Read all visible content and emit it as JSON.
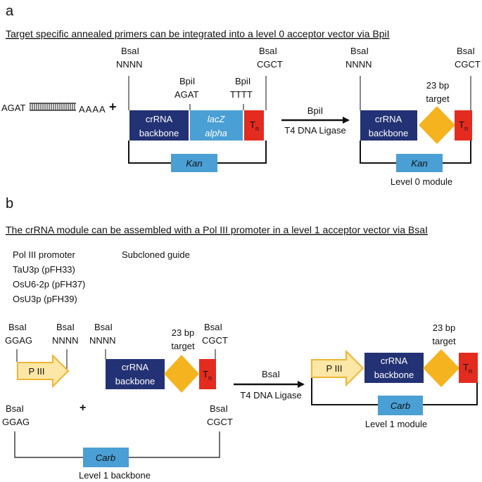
{
  "colors": {
    "crrna": "#233274",
    "lacz": "#4a9fd4",
    "terminator": "#e32b1f",
    "target": "#f5b41f",
    "promoter_fill": "#fde7a6",
    "promoter_stroke": "#f2b433",
    "resistance": "#4a9fd4",
    "line": "#111111"
  },
  "panel_a": {
    "letter": "a",
    "heading": "Target specific annealed primers can be integrated into a level 0 acceptor vector via BpiI",
    "oligo_left": "AGAT",
    "oligo_right": "AAAA",
    "plus": "+",
    "acceptor": {
      "site_left_enzyme": "BsaI",
      "site_left_seq": "NNNN",
      "bpi_left_enzyme": "BpiI",
      "bpi_left_seq": "AGAT",
      "bpi_right_enzyme": "BpiI",
      "bpi_right_seq": "TTTT",
      "site_right_enzyme": "BsaI",
      "site_right_seq": "CGCT",
      "crrna_line1": "crRNA",
      "crrna_line2": "backbone",
      "lacz_line1": "lacZ",
      "lacz_line2": "alpha",
      "terminator": "T",
      "terminator_sub": "n",
      "resistance": "Kan"
    },
    "reaction_line1": "BpiI",
    "reaction_line2": "T4 DNA Ligase",
    "product": {
      "site_left_enzyme": "BsaI",
      "site_left_seq": "NNNN",
      "site_right_enzyme": "BsaI",
      "site_right_seq": "CGCT",
      "target_line1": "23 bp",
      "target_line2": "target",
      "crrna_line1": "crRNA",
      "crrna_line2": "backbone",
      "terminator": "T",
      "terminator_sub": "n",
      "resistance": "Kan",
      "caption": "Level 0 module"
    }
  },
  "panel_b": {
    "letter": "b",
    "heading": "The crRNA module can be assembled with a Pol III promoter in a level 1 acceptor vector via BsaI",
    "promoter_list_title": "Pol III promoter",
    "promoter_list": [
      "TaU3p (pFH33)",
      "OsU6-2p (pFH37)",
      "OsU3p (pFH39)"
    ],
    "guide_title": "Subcloned guide",
    "promoter": {
      "site_left_enzyme": "BsaI",
      "site_left_seq": "GGAG",
      "site_right_enzyme": "BsaI",
      "site_right_seq": "NNNN",
      "label": "P III"
    },
    "guide": {
      "site_left_enzyme": "BsaI",
      "site_left_seq": "NNNN",
      "site_right_enzyme": "BsaI",
      "site_right_seq": "CGCT",
      "target_line1": "23 bp",
      "target_line2": "target",
      "crrna_line1": "crRNA",
      "crrna_line2": "backbone",
      "terminator": "T",
      "terminator_sub": "n"
    },
    "plus": "+",
    "backbone": {
      "site_left_enzyme": "BsaI",
      "site_left_seq": "GGAG",
      "site_right_enzyme": "BsaI",
      "site_right_seq": "CGCT",
      "resistance": "Carb",
      "caption": "Level 1 backbone"
    },
    "reaction_line1": "BsaI",
    "reaction_line2": "T4 DNA Ligase",
    "product": {
      "target_line1": "23 bp",
      "target_line2": "target",
      "promoter_label": "P III",
      "crrna_line1": "crRNA",
      "crrna_line2": "backbone",
      "terminator": "T",
      "terminator_sub": "n",
      "resistance": "Carb",
      "caption": "Level 1 module"
    }
  }
}
